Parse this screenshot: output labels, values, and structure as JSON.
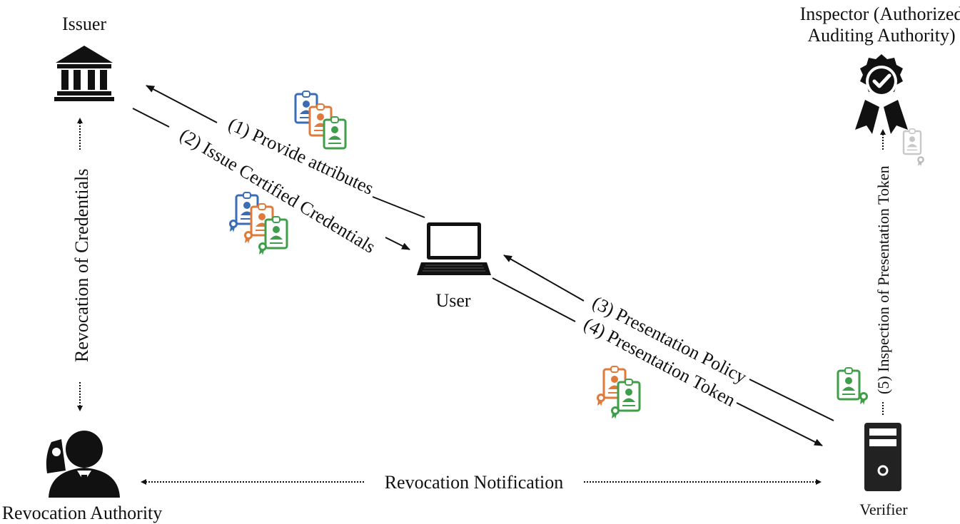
{
  "actors": {
    "issuer": "Issuer",
    "inspector_line1": "Inspector (Authorized",
    "inspector_line2": "Auditing Authority)",
    "user": "User",
    "revocation_authority": "Revocation Authority",
    "verifier": "Verifier"
  },
  "flows": {
    "provide": "(1) Provide attributes",
    "issue": "(2) Issue Certified Credentials",
    "policy": "(3) Presentation Policy",
    "token": "(4) Presentation Token",
    "inspection": "(5) Inspection of Presentation Token",
    "revocation_credentials": "Revocation of Credentials",
    "revocation_notification": "Revocation Notification"
  },
  "colors": {
    "blue": "#3a6db5",
    "orange": "#e07a3a",
    "green": "#3f9e4a",
    "gray": "#c8c8c8",
    "dark": "#111111"
  }
}
